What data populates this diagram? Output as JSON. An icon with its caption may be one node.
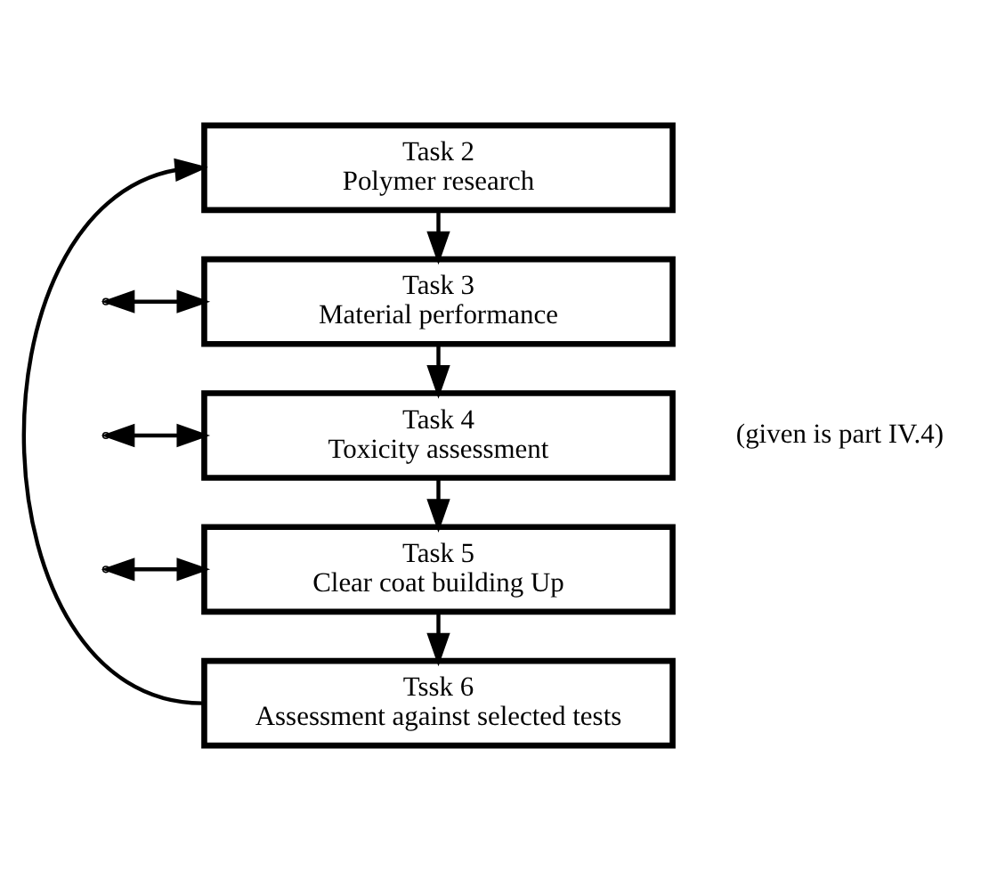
{
  "diagram": {
    "nodes": [
      {
        "text": [
          "Task 2",
          "Polymer research"
        ]
      },
      {
        "text": [
          "Task 3",
          "Material performance"
        ]
      },
      {
        "text": [
          "Task 4",
          "Toxicity assessment"
        ],
        "beside": [
          "(given is part IV.4)"
        ]
      },
      {
        "text": [
          "Task 5",
          "Clear coat building Up"
        ]
      },
      {
        "text": [
          "Tssk 6",
          "Assessment against selected tests"
        ]
      }
    ],
    "edges": [
      {
        "from": 0,
        "to": 1,
        "arrow": "to"
      },
      {
        "from": 1,
        "to": 2,
        "arrow": "to"
      },
      {
        "from": 2,
        "to": 3,
        "arrow": "to"
      },
      {
        "from": 3,
        "to": 4,
        "arrow": "to"
      },
      {
        "from": 4,
        "to": 0,
        "arrow": "to"
      },
      {
        "from": null,
        "to": 1,
        "arrow": "both"
      },
      {
        "from": null,
        "to": 2,
        "arrow": "both"
      },
      {
        "from": null,
        "to": 3,
        "arrow": "both"
      }
    ]
  }
}
